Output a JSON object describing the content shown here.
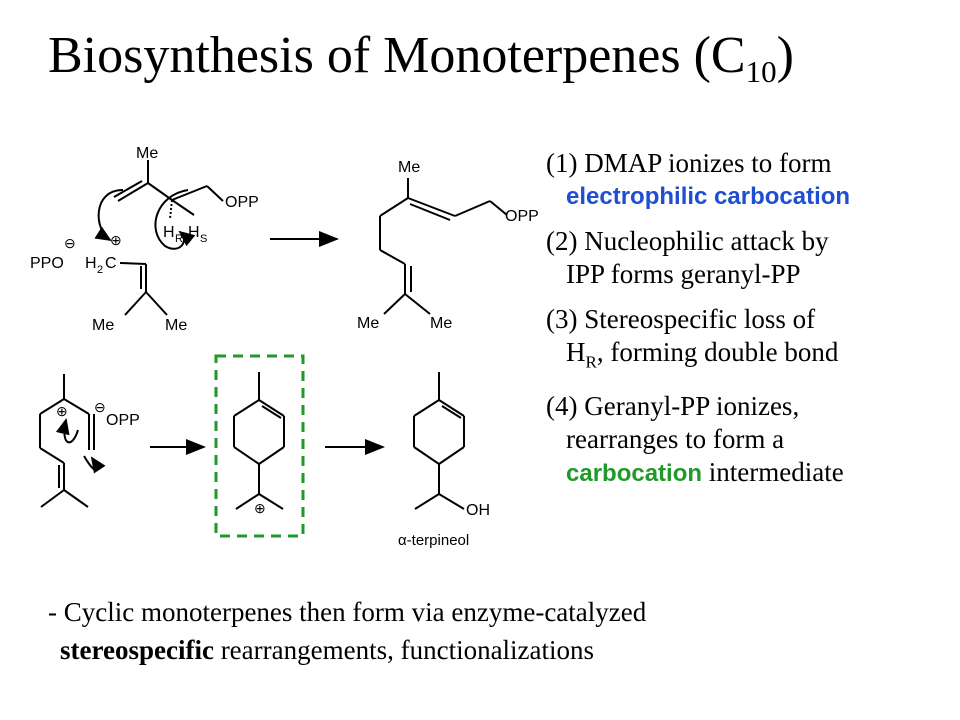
{
  "title": {
    "main": "Biosynthesis of Monoterpenes (C",
    "sub": "10",
    "close": ")"
  },
  "steps": [
    {
      "num": "(1)",
      "text": "DMAP ionizes to form",
      "highlight": "electrophilic carbocation",
      "highlight_color": "#1f4fd0"
    },
    {
      "num": "(2)",
      "text": "Nucleophilic attack by",
      "cont": "IPP forms geranyl-PP"
    },
    {
      "num": "(3)",
      "text": "Stereospecific loss of",
      "cont_prefix": "H",
      "cont_sub": "R",
      "cont_suffix": ", forming double bond"
    },
    {
      "num": "(4)",
      "text": "Geranyl-PP ionizes,",
      "cont": "rearranges to form a",
      "highlight": "carbocation",
      "highlight_suffix": " intermediate",
      "highlight_color": "#1f9a2a"
    }
  ],
  "note": {
    "line1": "- Cyclic monoterpenes then form via enzyme-catalyzed",
    "bold": "stereospecific",
    "line2_rest": " rearrangements, functionalizations"
  },
  "structures": {
    "me": "Me",
    "opp": "OPP",
    "ppo": "PPO",
    "h2c_h": "H",
    "h2c_2": "2",
    "h2c_c": "C",
    "h": "H",
    "r": "R",
    "s": "S",
    "oh": "OH",
    "terpineol": "α-terpineol",
    "plus": "⊕",
    "minus": "⊖"
  },
  "colors": {
    "highlight_box": "#1f9a2a",
    "electrophile": "#1f4fd0"
  }
}
